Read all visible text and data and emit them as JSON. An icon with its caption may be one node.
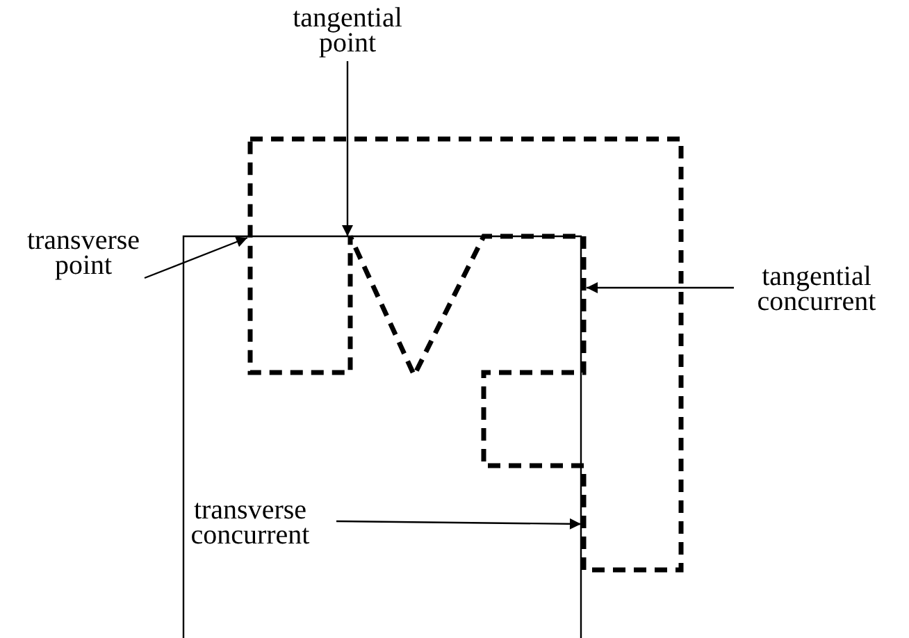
{
  "diagram": {
    "nodes": [
      {
        "text": [
          "transverse point"
        ]
      },
      {
        "text": [
          "tangential point"
        ]
      },
      {
        "text": [
          "tangential concurrent"
        ]
      },
      {
        "text": [
          "transverse concurrent"
        ]
      }
    ],
    "edges": [
      {
        "from": 0,
        "to": null,
        "arrow": "to"
      },
      {
        "from": 1,
        "to": null,
        "arrow": "to"
      },
      {
        "from": 2,
        "to": null,
        "arrow": "to"
      },
      {
        "from": 3,
        "to": null,
        "arrow": "to"
      }
    ]
  }
}
